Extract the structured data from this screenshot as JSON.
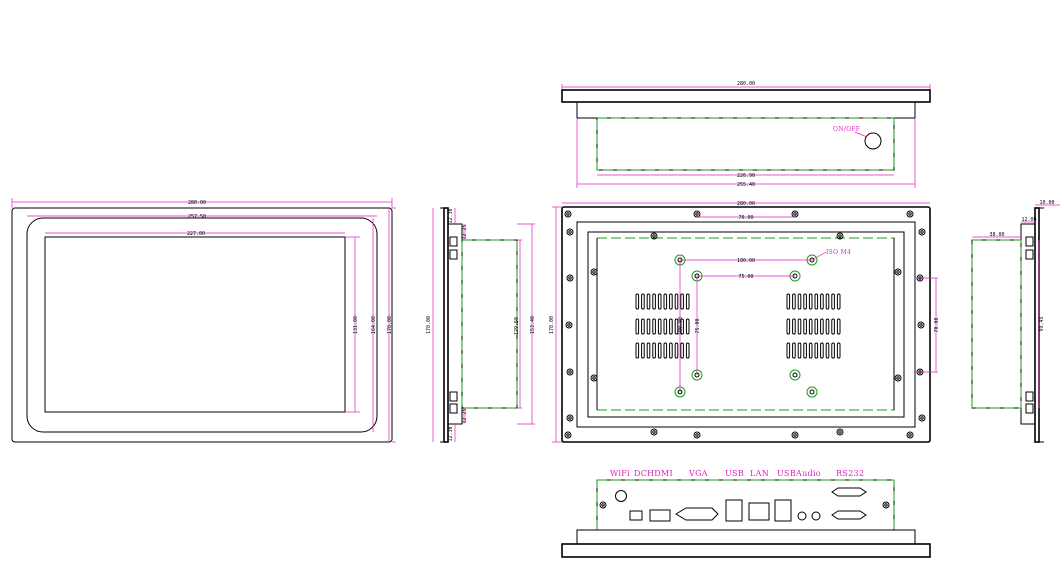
{
  "drawing": {
    "accent_magenta": "#e020c0",
    "accent_green": "#14a014",
    "line_color": "#000000"
  },
  "front_view": {
    "width_outer": "280.00",
    "width_bezel": "257.50",
    "width_screen": "227.00",
    "height_screen": "131.00",
    "height_bezel": "164.00",
    "height_outer": "178.00"
  },
  "side_view": {
    "height_outer": "178.00",
    "edge_top": "12.30",
    "inset_top": "12.25",
    "body_height": "129.50",
    "mount_height": "153.40",
    "inset_bottom": "12.25",
    "edge_bottom": "12.30"
  },
  "top_view": {
    "width_outer": "280.00",
    "width_body": "226.90",
    "width_total": "255.40",
    "switch_label": "ON/OFF"
  },
  "rear_view": {
    "width_outer": "280.00",
    "hole_spacing_top": "70.00",
    "vesa_label": "ISO M4",
    "vesa_100_h": "100.00",
    "vesa_75_h": "75.00",
    "vesa_100_v": "100.00",
    "vesa_75_v": "75.00",
    "height_outer": "178.00",
    "hole_spacing_side": "70.00"
  },
  "right_view": {
    "depth_total": "10.00",
    "depth_body": "38.00",
    "depth_frame": "12.00",
    "height_body": "99.45"
  },
  "io_view": {
    "ports": [
      "WiFi",
      "DC",
      "HDMI",
      "VGA",
      "USB",
      "LAN",
      "USB",
      "Audio",
      "RS232"
    ]
  }
}
